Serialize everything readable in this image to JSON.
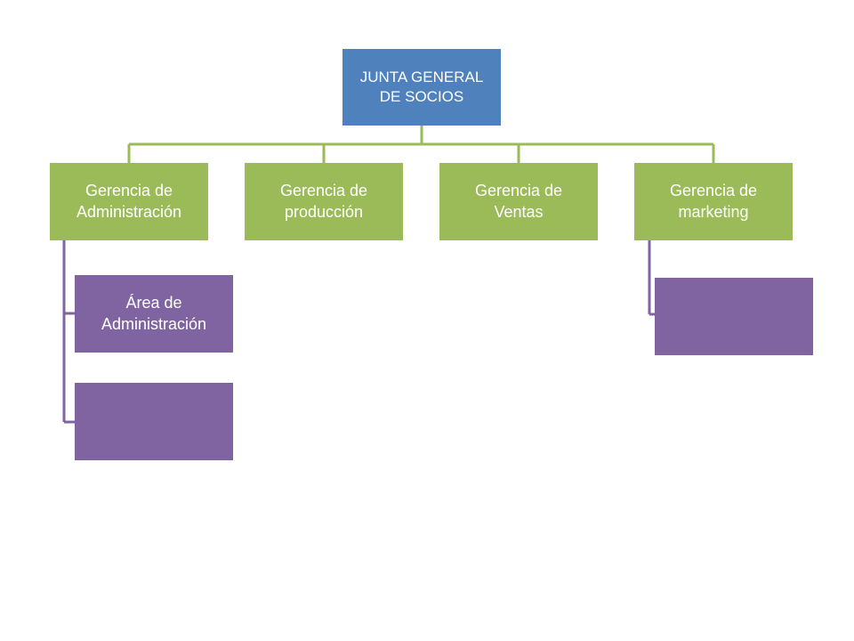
{
  "colors": {
    "root": "#4f81bd",
    "manager": "#9bbb59",
    "sub": "#8064a2",
    "connector_green": "#9bbb59",
    "connector_purple": "#8064a2"
  },
  "root": {
    "label_line1": "JUNTA GENERAL",
    "label_line2": "DE SOCIOS"
  },
  "managers": [
    {
      "line1": "Gerencia de",
      "line2": "Administración"
    },
    {
      "line1": "Gerencia de",
      "line2": "producción"
    },
    {
      "line1": "Gerencia de",
      "line2": "Ventas"
    },
    {
      "line1": "Gerencia de",
      "line2": "marketing"
    }
  ],
  "subunits": {
    "admin": [
      {
        "line1": "Área de",
        "line2": "Administración"
      },
      {
        "line1": "",
        "line2": ""
      }
    ],
    "marketing": [
      {
        "line1": "",
        "line2": ""
      }
    ]
  }
}
